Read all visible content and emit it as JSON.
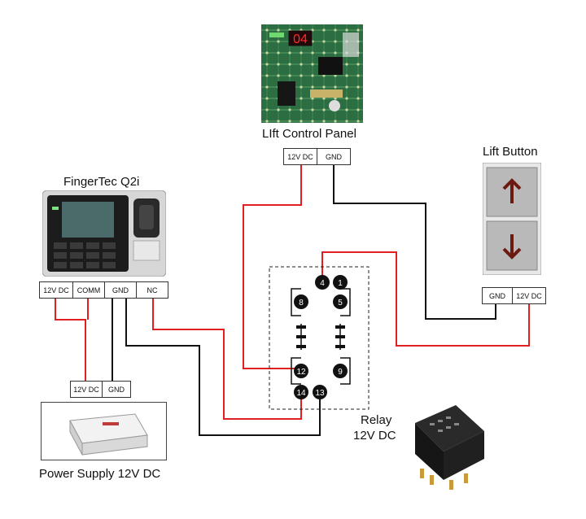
{
  "lift_panel": {
    "title": "LIft Control Panel",
    "display": "04",
    "terminals": [
      "12V DC",
      "GND"
    ]
  },
  "lift_button": {
    "title": "Lift Button",
    "terminals": [
      "GND",
      "12V DC"
    ]
  },
  "fingertec": {
    "title": "FingerTec Q2i",
    "terminals": [
      "12V DC",
      "COMM",
      "GND",
      "NC"
    ]
  },
  "power_supply": {
    "title": "Power Supply 12V DC",
    "terminals": [
      "12V DC",
      "GND"
    ]
  },
  "relay": {
    "title_line1": "Relay",
    "title_line2": "12V DC",
    "pins": [
      "4",
      "1",
      "8",
      "5",
      "12",
      "9",
      "14",
      "13"
    ]
  },
  "colors": {
    "wire_positive": "#e02020",
    "wire_ground": "#111111",
    "pin_fill": "#111111"
  }
}
